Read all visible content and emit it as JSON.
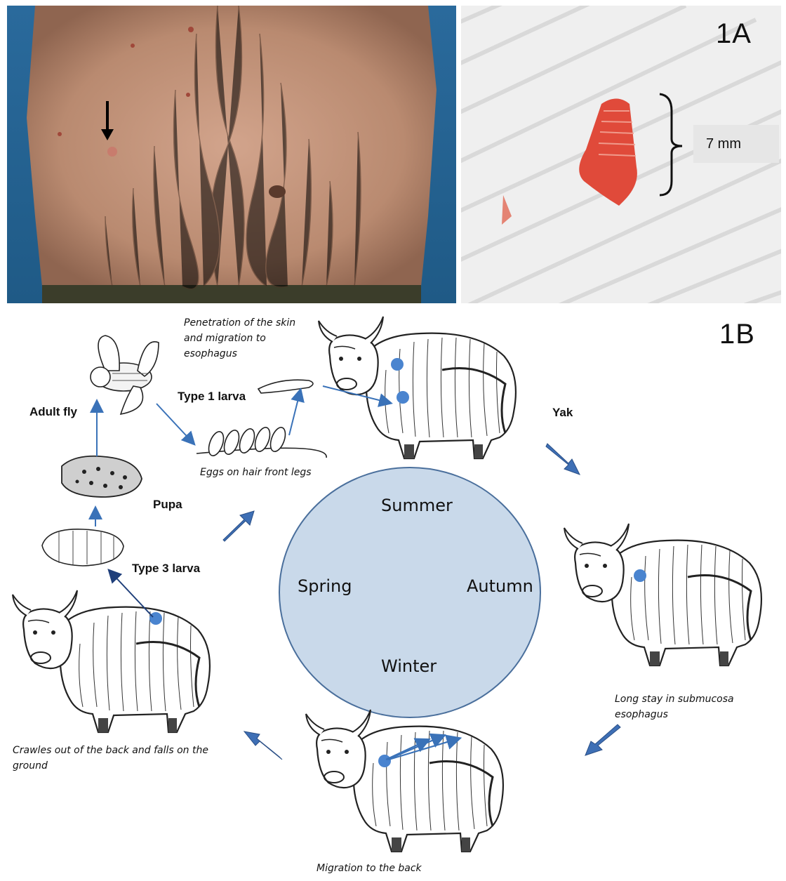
{
  "panels": {
    "top_label": "1A",
    "bottom_label": "1B"
  },
  "photo": {
    "scale_label": "7 mm"
  },
  "seasons": {
    "summer": "Summer",
    "spring": "Spring",
    "autumn": "Autumn",
    "winter": "Winter"
  },
  "labels": {
    "adult_fly": "Adult fly",
    "type1_larva": "Type 1 larva",
    "pupa": "Pupa",
    "type3_larva": "Type 3 larva",
    "yak": "Yak"
  },
  "captions": {
    "penetration_line1": "Penetration of the skin",
    "penetration_line2": "and migration to",
    "penetration_line3": "esophagus",
    "eggs": "Eggs on hair front legs",
    "long_stay_line1": "Long stay in submucosa",
    "long_stay_line2": "esophagus",
    "crawles_line1": "Crawles out of the back and falls on the",
    "crawles_line2": "ground",
    "migration_back": "Migration to the back"
  },
  "colors": {
    "accent_blue": "#4a7fc1",
    "arrow_blue": "#3a72b8",
    "circle_fill": "#c9d9ea",
    "circle_stroke": "#4a6f9c",
    "dot_blue": "#4a84cf",
    "photo_bg": "#2f6fa0",
    "skin": "#b88a72"
  }
}
